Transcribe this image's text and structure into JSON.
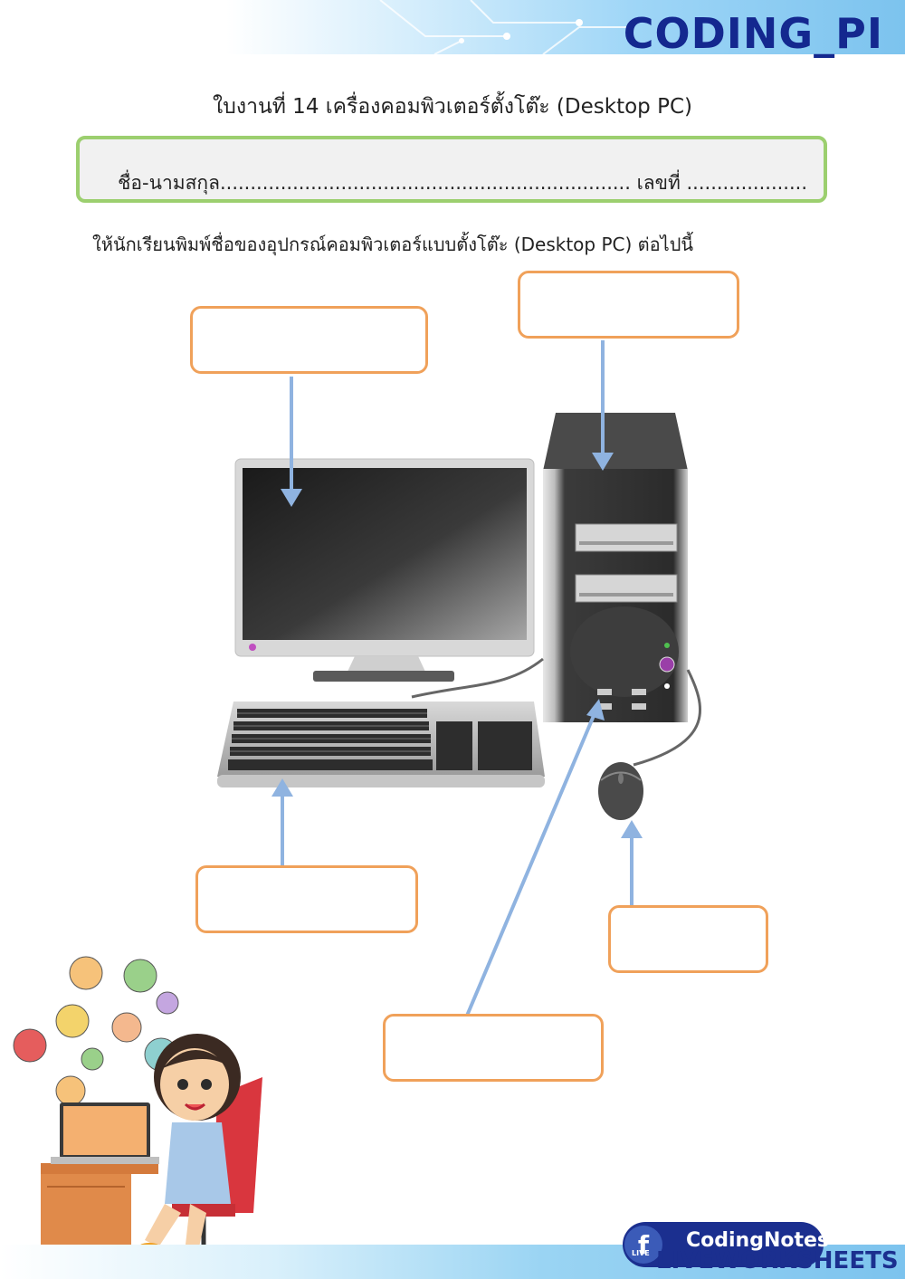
{
  "header": {
    "brand": "CODING_PI"
  },
  "title": "ใบงานที่ 14 เครื่องคอมพิวเตอร์ตั้งโต๊ะ (Desktop PC)",
  "name_field": {
    "label": "ชื่อ-นามสกุล.................................................................... เลขที่ ...................."
  },
  "instruction": "ให้นักเรียนพิมพ์ชื่อของอุปกรณ์คอมพิวเตอร์แบบตั้งโต๊ะ (Desktop PC) ต่อไปนี้",
  "answer_boxes": [
    {
      "id": "monitor",
      "value": ""
    },
    {
      "id": "system-unit",
      "value": ""
    },
    {
      "id": "keyboard",
      "value": ""
    },
    {
      "id": "mouse",
      "value": ""
    },
    {
      "id": "usb-port",
      "value": ""
    }
  ],
  "footer": {
    "facebook_glyph": "f",
    "facebook_page": "CodingNotes",
    "live_badge": "LIVE",
    "watermark": "LIVEWORKSHEETS"
  },
  "colors": {
    "brand": "#14288f",
    "name_box_border": "#9ccf6f",
    "answer_border": "#f0a15a",
    "arrow": "#8fb3e0"
  },
  "icons": [
    "computer-illustration",
    "girl-with-laptop-illustration",
    "facebook-icon"
  ]
}
